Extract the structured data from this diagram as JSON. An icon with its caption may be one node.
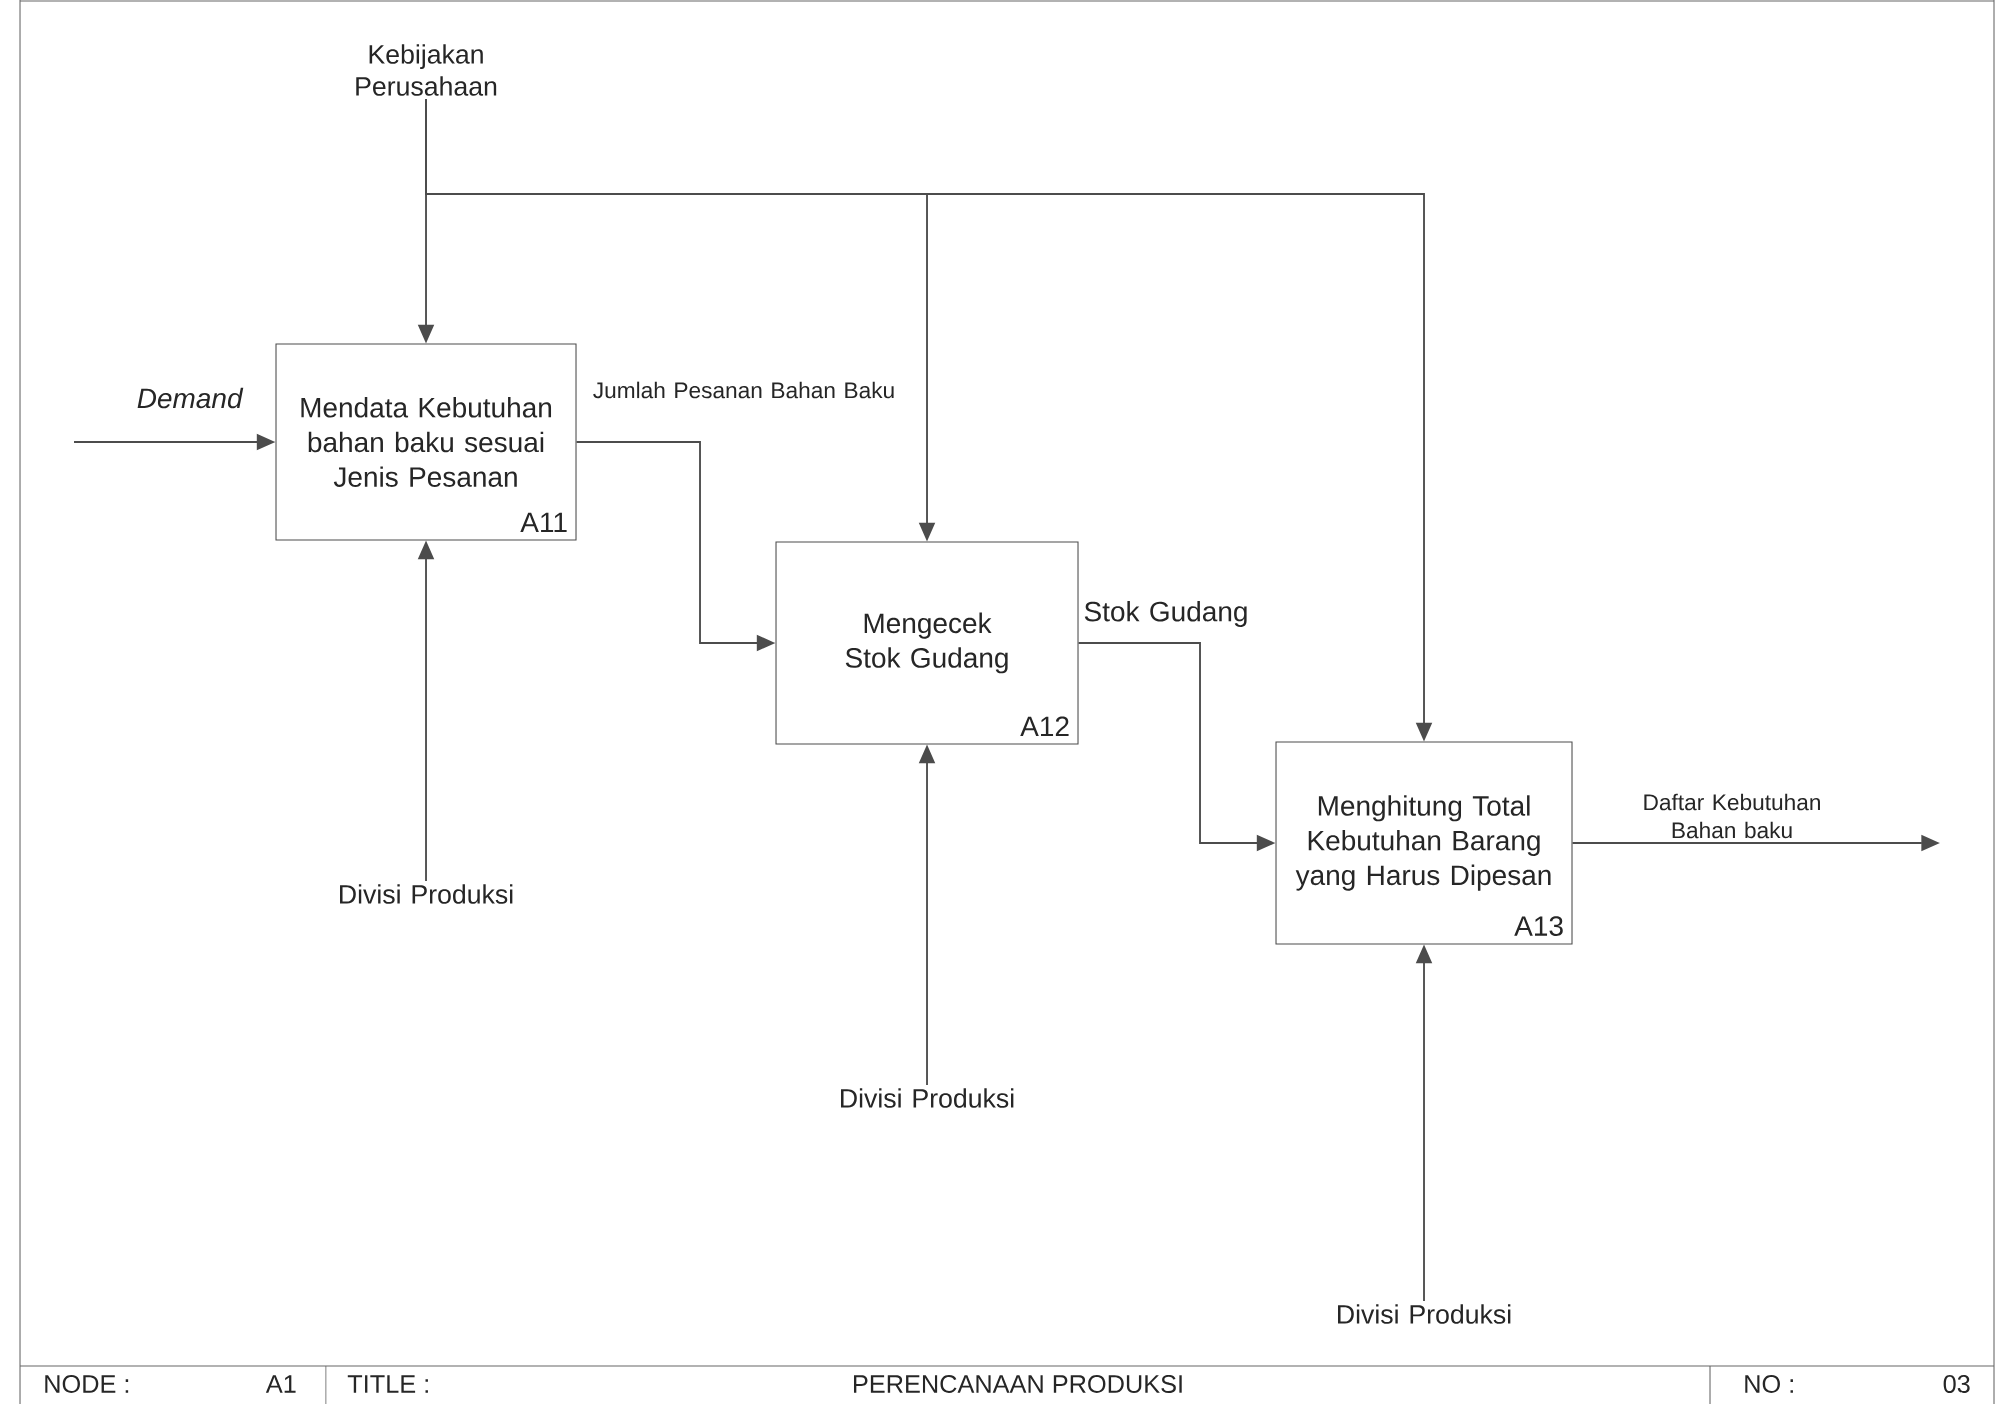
{
  "diagram": {
    "nodes": [
      {
        "text": [
          "Kebijakan Perusahaan"
        ]
      },
      {
        "text": [
          "Mendata Kebutuhan bahan baku sesuai Jenis Pesanan",
          "A11"
        ]
      },
      {
        "text": [
          "Mengecek Stok Gudang",
          "A12"
        ]
      },
      {
        "text": [
          "Menghitung Total Kebutuhan Barang yang Harus Dipesan",
          "A13"
        ]
      },
      {
        "text": [
          "Divisi Produksi"
        ]
      },
      {
        "text": [
          "Divisi Produksi"
        ]
      },
      {
        "text": [
          "Divisi Produksi"
        ]
      }
    ],
    "edges": [
      {
        "from": 0,
        "to": 1,
        "arrow": "to"
      },
      {
        "from": 0,
        "to": 2,
        "arrow": "to"
      },
      {
        "from": 0,
        "to": 3,
        "arrow": "to"
      },
      {
        "from": null,
        "to": 1,
        "arrow": "to",
        "label": "*Demand*"
      },
      {
        "from": 1,
        "to": 2,
        "arrow": "to",
        "label": "Jumlah Pesanan Bahan Baku"
      },
      {
        "from": 2,
        "to": 3,
        "arrow": "to",
        "label": "Stok Gudang"
      },
      {
        "from": 3,
        "to": null,
        "arrow": "to",
        "label": "Daftar Kebutuhan Bahan baku"
      },
      {
        "from": 4,
        "to": 1,
        "arrow": "to"
      },
      {
        "from": 5,
        "to": 2,
        "arrow": "to"
      },
      {
        "from": 6,
        "to": 3,
        "arrow": "to"
      }
    ],
    "labels": [
      "NODE :",
      "A1",
      "TITLE :",
      "PERENCANAAN PRODUKSI",
      "NO :",
      "03"
    ]
  }
}
